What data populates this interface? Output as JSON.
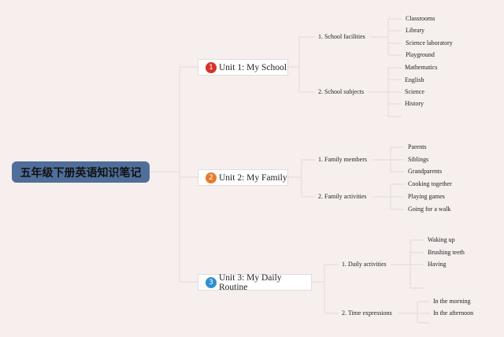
{
  "root": {
    "label": "五年级下册英语知识笔记"
  },
  "colors": {
    "root": "#4f6f9a",
    "badge1": "#d8322b",
    "badge2": "#e77c2c",
    "badge3": "#2f8fd1",
    "line": "#e3dada"
  },
  "units": [
    {
      "badge": "1",
      "label": "Unit 1: My School",
      "groups": [
        {
          "label": "1. School facilities",
          "items": [
            "Classrooms",
            "Library",
            "Science laboratory",
            "Playground"
          ]
        },
        {
          "label": "2. School subjects",
          "items": [
            "Mathematics",
            "English",
            "Science",
            "History"
          ]
        }
      ]
    },
    {
      "badge": "2",
      "label": "Unit 2: My Family",
      "groups": [
        {
          "label": "1. Family members",
          "items": [
            "Parents",
            "Siblings",
            "Grandparents"
          ]
        },
        {
          "label": "2. Family activities",
          "items": [
            "Cooking together",
            "Playing games",
            "Going for a walk"
          ]
        }
      ]
    },
    {
      "badge": "3",
      "label": "Unit 3: My Daily Routine",
      "groups": [
        {
          "label": "1. Daily activities",
          "items": [
            "Waking up",
            "Brushing teeth",
            "Having"
          ]
        },
        {
          "label": "2. Time expressions",
          "items": [
            "In the morning",
            "In the afternoon"
          ]
        }
      ]
    }
  ]
}
